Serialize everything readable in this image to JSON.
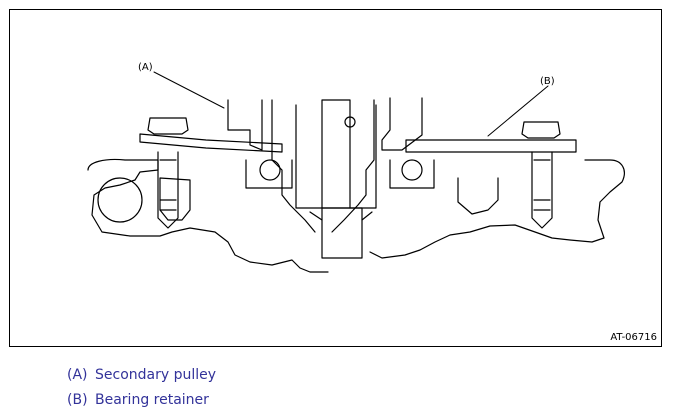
{
  "figure": {
    "id": "AT-06716",
    "callouts": [
      {
        "tag": "(A)",
        "label": "Secondary pulley"
      },
      {
        "tag": "(B)",
        "label": "Bearing retainer"
      }
    ]
  },
  "colors": {
    "line": "#000000",
    "legend_text": "#33339a"
  }
}
